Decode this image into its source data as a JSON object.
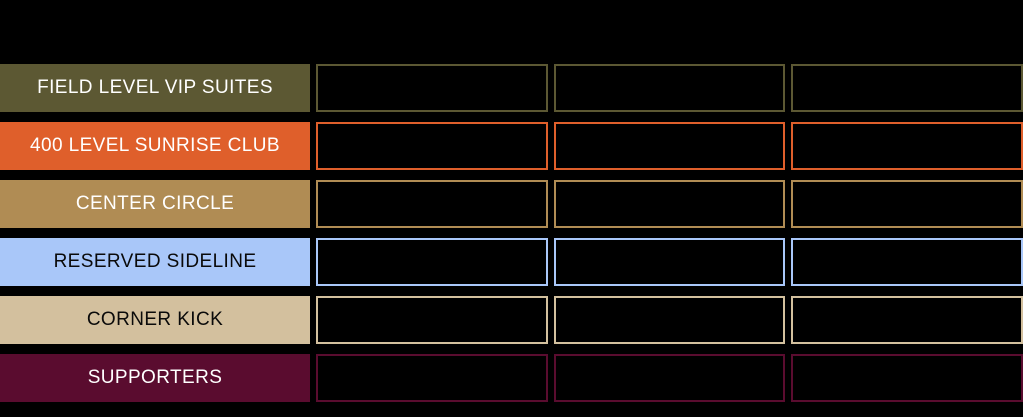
{
  "page": {
    "background": "#000000"
  },
  "table": {
    "columns": 3,
    "rows": [
      {
        "label": "FIELD LEVEL VIP SUITES",
        "color": "#5c5833",
        "text_color": "#ffffff"
      },
      {
        "label": "400 LEVEL SUNRISE CLUB",
        "color": "#df5f2b",
        "text_color": "#ffffff"
      },
      {
        "label": "CENTER CIRCLE",
        "color": "#b08c54",
        "text_color": "#ffffff"
      },
      {
        "label": "RESERVED SIDELINE",
        "color": "#a9c7f9",
        "text_color": "#0a0a0a"
      },
      {
        "label": "CORNER KICK",
        "color": "#d3c09e",
        "text_color": "#0a0a0a"
      },
      {
        "label": "SUPPORTERS",
        "color": "#5a0c2f",
        "text_color": "#ffffff"
      }
    ]
  },
  "chart_data": {
    "type": "table",
    "title": "",
    "categories": [
      "FIELD LEVEL VIP SUITES",
      "400 LEVEL SUNRISE CLUB",
      "CENTER CIRCLE",
      "RESERVED SIDELINE",
      "CORNER KICK",
      "SUPPORTERS"
    ],
    "columns_per_row": 3,
    "cell_values": [
      [
        "",
        "",
        ""
      ],
      [
        "",
        "",
        ""
      ],
      [
        "",
        "",
        ""
      ],
      [
        "",
        "",
        ""
      ],
      [
        "",
        "",
        ""
      ],
      [
        "",
        "",
        ""
      ]
    ],
    "row_colors": [
      "#5c5833",
      "#df5f2b",
      "#b08c54",
      "#a9c7f9",
      "#d3c09e",
      "#5a0c2f"
    ],
    "layout": "row label blocks on left, three empty color-outlined cells per row on black background"
  }
}
